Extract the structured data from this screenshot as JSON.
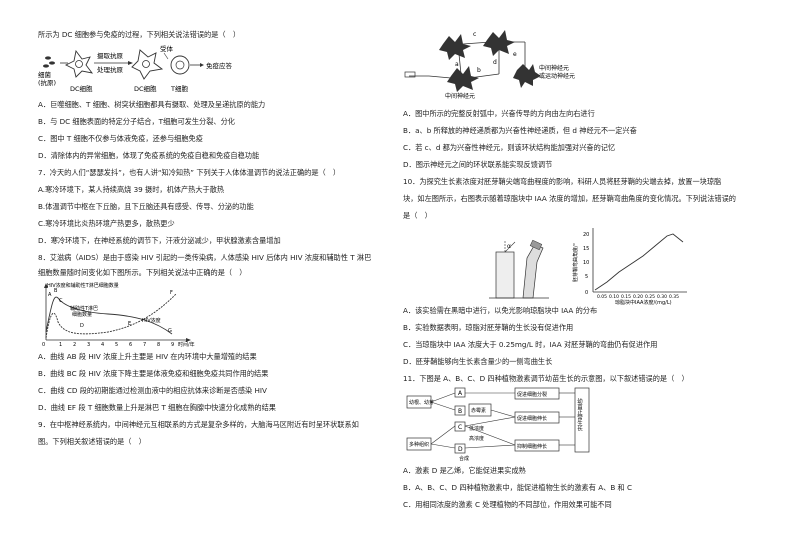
{
  "left": {
    "q6_stem": "所示为 DC 细胞参与免疫的过程，下列相关说法错误的是（　）",
    "fig6": {
      "germ": "细菌",
      "antigen": "(抗原)",
      "capture": "摄取抗原",
      "process": "处理抗原",
      "receptor": "受体",
      "dc_label": "DC细胞",
      "t_label": "T细胞",
      "response": "免疫应答"
    },
    "q6_options": [
      "A．巨噬细胞、T 细胞、树突状细胞都具有摄取、处理及呈递抗原的能力",
      "B．与 DC 细胞表面的特定分子结合，T细胞可发生分裂、分化",
      "C．图中 T 细胞不仅参与体液免疫，还参与细胞免疫",
      "D．清除体内的异常细胞，体现了免疫系统的免疫自稳和免疫自稳功能"
    ],
    "q7_stem": "7．冷天的人们“瑟瑟发抖”，也有人讲“知冷知热” 下列关于人体体温调节的说法正确的是（　）",
    "q7_options": [
      "A.寒冷环境下，某人持续高烧 39 摄时，机体产热大于散热",
      "B.体温调节中枢在下丘脑，且下丘脑还具有感受、传导、分泌的功能",
      "C.寒冷环境比炎热环境产热更多，散热更少",
      "D．寒冷环境下，在神经系统的调节下，汗液分泌减少，甲状腺激素含量增加"
    ],
    "q8_stem_1": "8．艾滋病（AIDS）是由于感染 HIV 引起的一类传染病，人体感染 HIV 后体内 HIV 浓度和辅助性 T 淋巴",
    "q8_stem_2": "细胞数量随时间变化如下图所示。下列相关说法中正确的是（　）",
    "fig8": {
      "y_title": "HIV浓度和辅助性T淋巴细胞数量",
      "curve1": "辅助性T淋巴",
      "curve1b": "细胞数量",
      "curve2": "HIV浓度",
      "x_title": "时间/年",
      "x_ticks": [
        "0",
        "1",
        "2",
        "3",
        "4",
        "5",
        "6",
        "7",
        "8",
        "9"
      ],
      "points": [
        "A",
        "B",
        "C",
        "D",
        "E",
        "F",
        "G"
      ]
    },
    "q8_options": [
      "A．曲线 AB 段 HIV 浓度上升主要是 HIV 在内环境中大量增殖的结果",
      "B．曲线 BC 段 HIV 浓度下降主要是体液免疫和细胞免疫共同作用的结果",
      "C．曲线 CD 段的初期能通过检测血液中的相应抗体来诊断是否感染 HIV",
      "D．曲线 EF 段 T 细胞数量上升是淋巴 T 细胞在胸腺中快速分化成熟的结果"
    ],
    "q9_stem_1": "9．在中枢神经系统内，中间神经元互相联系的方式是复杂多样的，大脑海马区附近有时呈环状联系如",
    "q9_stem_2": "图。下列相关叙述错误的是（　）"
  },
  "right": {
    "fig9": {
      "labels": [
        "a",
        "b",
        "c",
        "d",
        "e"
      ],
      "neuron_text_1": "中间神经元",
      "neuron_text_2": "或运动神经元",
      "inter_label": "中间神经元"
    },
    "q9_options": [
      "A．图中所示的完整反射弧中，兴奋传导的方向由左向右进行",
      "B．a、b 所释放的神经递质都为兴奋性神经递质，但 d 神经元不一定兴奋",
      "C．若 c、d 都为兴奋性神经元，则该环状结构能加强对兴奋的记忆",
      "D．图示神经元之间的环状联系能实现反馈调节"
    ],
    "q10_stem_1": "10．为探究生长素浓度对胚芽鞘尖端弯曲程度的影响，科研人员将胚芽鞘的尖端去掉，放置一块琼脂",
    "q10_stem_2": "块，如左图所示，右图表示随着琼脂块中 IAA 浓度的增加，胚芽鞘弯曲角度的变化情况。下列说法错误的",
    "q10_stem_3": "是（　）",
    "fig10": {
      "alpha": "α",
      "y_label": "胚芽鞘弯曲角度/°",
      "x_label": "琼脂块中IAA浓度/(mg/L)",
      "y_ticks": [
        "20",
        "15",
        "10",
        "5",
        "0"
      ],
      "x_ticks": [
        "0.05",
        "0.10",
        "0.15",
        "0.20",
        "0.25",
        "0.30",
        "0.35"
      ]
    },
    "q10_options": [
      "A．该实验需在黑暗中进行，以免光影响琼脂块中 IAA 的分布",
      "B．实验数据表明，琼脂对胚芽鞘的生长没有促进作用",
      "C．当琼脂块中 IAA 浓度大于 0.25mg/L 时，IAA 对胚芽鞘的弯曲仍有促进作用",
      "D．胚芽鞘能够向生长素含量少的一侧弯曲生长"
    ],
    "q11_stem": "11．下图是 A、B、C、D 四种植物激素调节幼苗生长的示意图，以下叙述错误的是（　）",
    "fig11": {
      "seedling": "幼根、幼芽",
      "a": "A",
      "b": "B",
      "tissue": "多种组织",
      "c": "C",
      "d": "D",
      "promote_div": "促进细胞分裂",
      "promote_el": "促进细胞伸长",
      "inhibit_el": "抑制细胞伸长",
      "low": "低浓度",
      "high": "高浓度",
      "result": "幼苗正常生长",
      "synth": "合成",
      "g": "赤霉素"
    },
    "q11_options": [
      "A．激素 D 是乙烯，它能促进果实成熟",
      "B．A、B、C、D 四种植物激素中，能促进植物生长的激素有 A、B 和 C",
      "C．用相同浓度的激素 C 处理植物的不同部位，作用效果可能不同"
    ]
  }
}
